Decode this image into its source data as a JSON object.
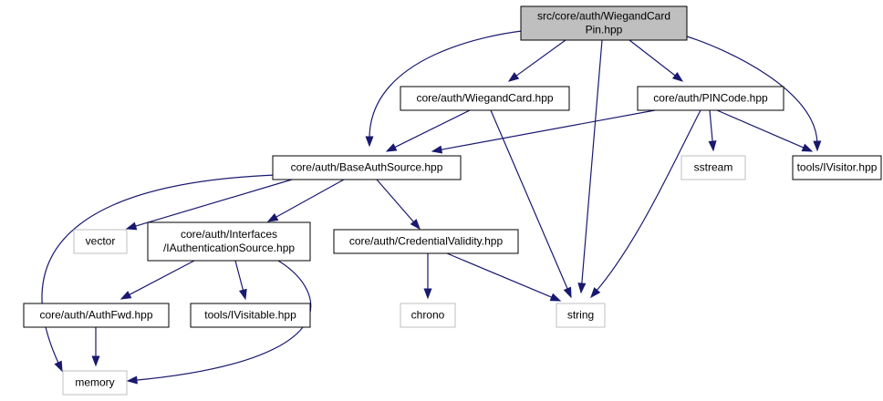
{
  "colors": {
    "focus_fill": "#bfbfbf",
    "node_border": "#000000",
    "external_border": "#bfbfbf",
    "edge": "#191970"
  },
  "nodes": [
    {
      "id": "root",
      "lines": [
        "src/core/auth/WiegandCard",
        "Pin.hpp"
      ],
      "kind": "focus"
    },
    {
      "id": "wiegandcard",
      "lines": [
        "core/auth/WiegandCard.hpp"
      ],
      "kind": "project"
    },
    {
      "id": "pincode",
      "lines": [
        "core/auth/PINCode.hpp"
      ],
      "kind": "project"
    },
    {
      "id": "baseauth",
      "lines": [
        "core/auth/BaseAuthSource.hpp"
      ],
      "kind": "project"
    },
    {
      "id": "sstream",
      "lines": [
        "sstream"
      ],
      "kind": "external"
    },
    {
      "id": "ivisitor",
      "lines": [
        "tools/IVisitor.hpp"
      ],
      "kind": "project"
    },
    {
      "id": "vector",
      "lines": [
        "vector"
      ],
      "kind": "external"
    },
    {
      "id": "iauthsource",
      "lines": [
        "core/auth/Interfaces",
        "/IAuthenticationSource.hpp"
      ],
      "kind": "project"
    },
    {
      "id": "credvalidity",
      "lines": [
        "core/auth/CredentialValidity.hpp"
      ],
      "kind": "project"
    },
    {
      "id": "authfwd",
      "lines": [
        "core/auth/AuthFwd.hpp"
      ],
      "kind": "project"
    },
    {
      "id": "ivisitable",
      "lines": [
        "tools/IVisitable.hpp"
      ],
      "kind": "project"
    },
    {
      "id": "chrono",
      "lines": [
        "chrono"
      ],
      "kind": "external"
    },
    {
      "id": "string",
      "lines": [
        "string"
      ],
      "kind": "external"
    },
    {
      "id": "memory",
      "lines": [
        "memory"
      ],
      "kind": "external"
    }
  ],
  "edges": [
    {
      "from": "root",
      "to": "baseauth"
    },
    {
      "from": "root",
      "to": "wiegandcard"
    },
    {
      "from": "root",
      "to": "string"
    },
    {
      "from": "root",
      "to": "pincode"
    },
    {
      "from": "root",
      "to": "ivisitor"
    },
    {
      "from": "wiegandcard",
      "to": "baseauth"
    },
    {
      "from": "wiegandcard",
      "to": "string"
    },
    {
      "from": "pincode",
      "to": "baseauth"
    },
    {
      "from": "pincode",
      "to": "sstream"
    },
    {
      "from": "pincode",
      "to": "ivisitor"
    },
    {
      "from": "pincode",
      "to": "string"
    },
    {
      "from": "baseauth",
      "to": "memory"
    },
    {
      "from": "baseauth",
      "to": "vector"
    },
    {
      "from": "baseauth",
      "to": "iauthsource"
    },
    {
      "from": "baseauth",
      "to": "credvalidity"
    },
    {
      "from": "iauthsource",
      "to": "authfwd"
    },
    {
      "from": "iauthsource",
      "to": "ivisitable"
    },
    {
      "from": "iauthsource",
      "to": "memory"
    },
    {
      "from": "credvalidity",
      "to": "chrono"
    },
    {
      "from": "credvalidity",
      "to": "string"
    },
    {
      "from": "authfwd",
      "to": "memory"
    }
  ]
}
